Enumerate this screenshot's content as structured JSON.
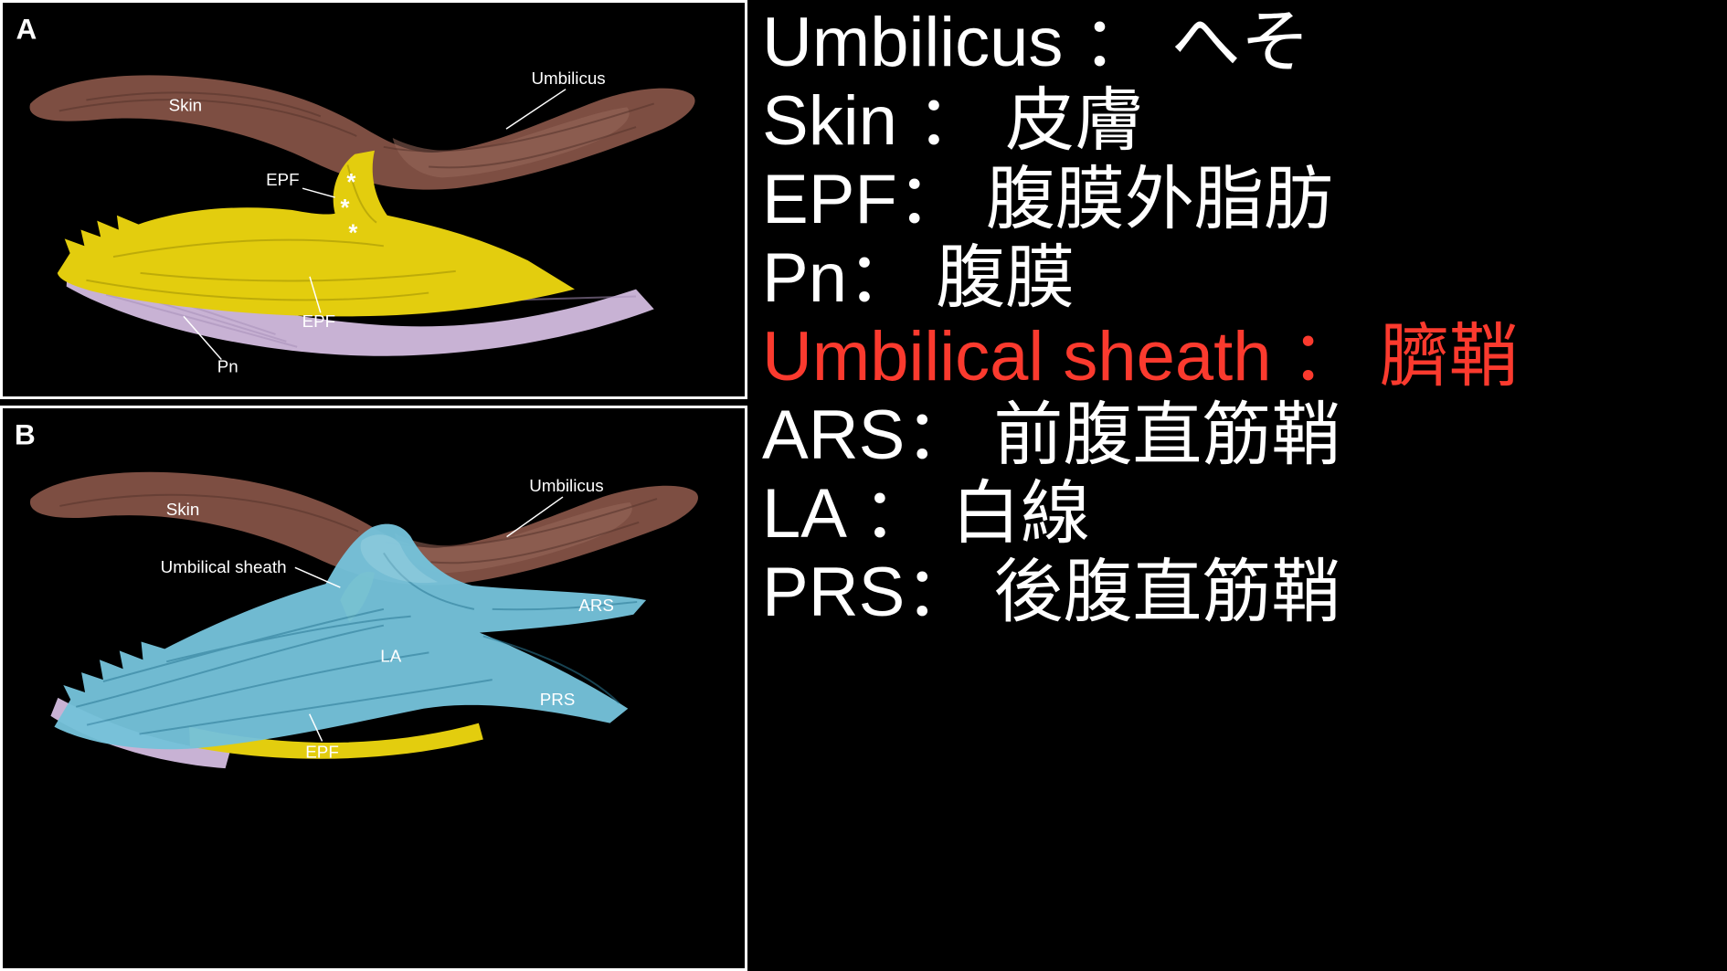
{
  "figure": {
    "panel_a": {
      "label": "A",
      "labels": {
        "skin": "Skin",
        "umbilicus": "Umbilicus",
        "epf_upper": "EPF",
        "epf_lower": "EPF",
        "pn": "Pn"
      },
      "asterisks": [
        "*",
        "*",
        "*"
      ]
    },
    "panel_b": {
      "label": "B",
      "labels": {
        "skin": "Skin",
        "umbilicus": "Umbilicus",
        "umbilical_sheath": "Umbilical sheath",
        "ars": "ARS",
        "la": "LA",
        "prs": "PRS",
        "epf": "EPF"
      }
    },
    "structure_colors": {
      "skin_brown": "#7d4e42",
      "skin_highlight": "#97685b",
      "epf_yellow": "#e3cd0e",
      "peritoneum_purple": "#c8b2d4",
      "umbilical_sheath_cyan": "#75c2da"
    }
  },
  "legend": {
    "default_color": "#ffffff",
    "highlight_color": "#fb3a2e",
    "items": [
      {
        "text": "Umbilicus ： へそ",
        "color": "#ffffff"
      },
      {
        "text": "Skin ： 皮膚",
        "color": "#ffffff"
      },
      {
        "text": "EPF： 腹膜外脂肪",
        "color": "#ffffff"
      },
      {
        "text": "Pn： 腹膜",
        "color": "#ffffff"
      },
      {
        "text": "Umbilical sheath ： 臍鞘",
        "color": "#fb3a2e"
      },
      {
        "text": "ARS： 前腹直筋鞘",
        "color": "#ffffff"
      },
      {
        "text": "LA ： 白線",
        "color": "#ffffff"
      },
      {
        "text": "PRS： 後腹直筋鞘",
        "color": "#ffffff"
      }
    ]
  }
}
